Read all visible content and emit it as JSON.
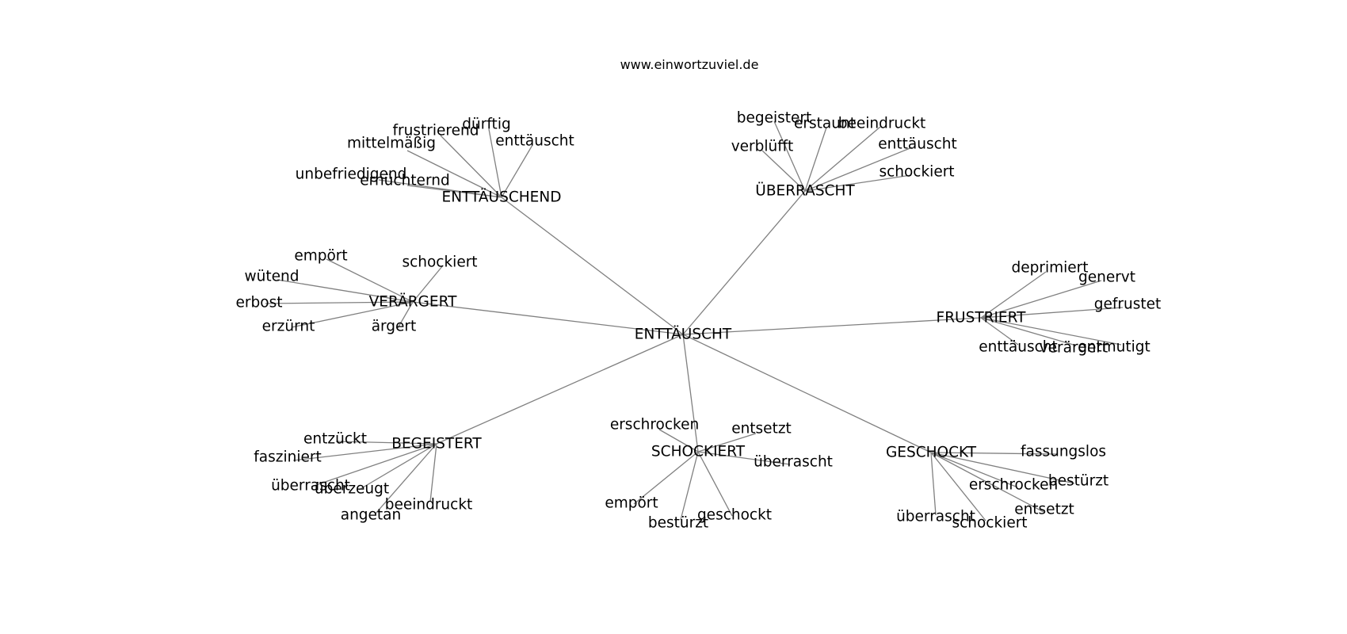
{
  "title": "www.einwortzuviel.de",
  "graph": {
    "center": {
      "id": "ENTTÄUSCHT",
      "label": "ENTTÄUSCHT"
    },
    "hubs": [
      {
        "id": "ENTTÄUSCHEND",
        "label": "ENTTÄUSCHEND",
        "leaves": [
          "dürftig",
          "frustrierend",
          "enttäuscht",
          "mittelmäßig",
          "unbefriedigend",
          "ernüchternd"
        ]
      },
      {
        "id": "ÜBERRASCHT",
        "label": "ÜBERRASCHT",
        "leaves": [
          "begeistert",
          "erstaunt",
          "beeindruckt",
          "enttäuscht",
          "verblüfft",
          "schockiert"
        ]
      },
      {
        "id": "VERÄRGERT",
        "label": "VERÄRGERT",
        "leaves": [
          "empört",
          "schockiert",
          "wütend",
          "erbost",
          "erzürnt",
          "ärgert"
        ]
      },
      {
        "id": "FRUSTRIERT",
        "label": "FRUSTRIERT",
        "leaves": [
          "deprimiert",
          "genervt",
          "gefrustet",
          "enttäuscht",
          "verärgert",
          "entmutigt"
        ]
      },
      {
        "id": "BEGEISTERT",
        "label": "BEGEISTERT",
        "leaves": [
          "entzückt",
          "fasziniert",
          "überrascht",
          "überzeugt",
          "beeindruckt",
          "angetan"
        ]
      },
      {
        "id": "SCHOCKIERT",
        "label": "SCHOCKIERT",
        "leaves": [
          "erschrocken",
          "entsetzt",
          "überrascht",
          "empört",
          "geschockt",
          "bestürzt"
        ]
      },
      {
        "id": "GESCHOCKT",
        "label": "GESCHOCKT",
        "leaves": [
          "fassungslos",
          "erschrocken",
          "bestürzt",
          "entsetzt",
          "überrascht",
          "schockiert"
        ]
      }
    ]
  },
  "colors": {
    "edge": "#808080",
    "text": "#000000",
    "background": "#ffffff"
  }
}
